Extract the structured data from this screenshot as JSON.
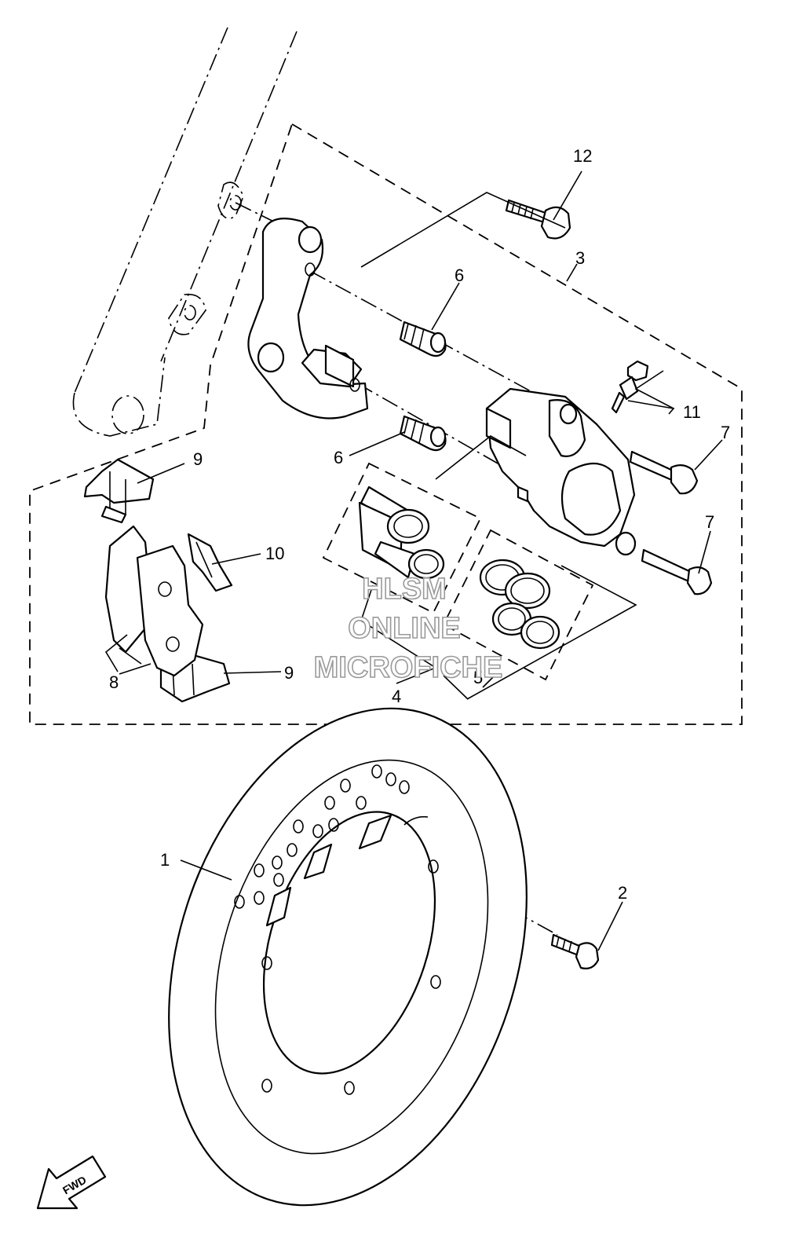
{
  "diagram": {
    "callouts": {
      "c1": "1",
      "c2": "2",
      "c3": "3",
      "c4": "4",
      "c5": "5",
      "c6a": "6",
      "c6b": "6",
      "c7a": "7",
      "c7b": "7",
      "c8": "8",
      "c9a": "9",
      "c9b": "9",
      "c10": "10",
      "c11": "11",
      "c12": "12"
    },
    "direction_tag": "FWD",
    "watermark": [
      "HLSM",
      "ONLINE",
      "MICROFICHE"
    ]
  }
}
